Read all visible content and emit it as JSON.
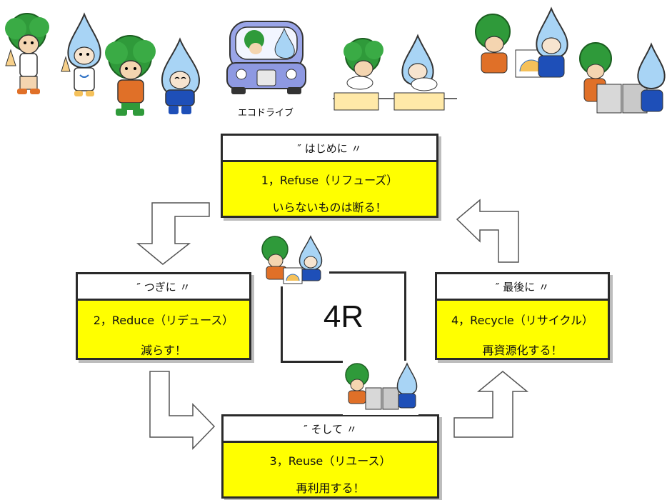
{
  "illustrations": {
    "eco_drive_caption": "エコドライブ"
  },
  "center_label": "4R",
  "steps": [
    {
      "header": "″ はじめに 〃",
      "title": "1，Refuse（リフューズ）",
      "desc": "いらないものは断る！"
    },
    {
      "header": "″ つぎに 〃",
      "title": "2，Reduce（リデュース）",
      "desc": "減らす！"
    },
    {
      "header": "″ そして 〃",
      "title": "3，Reuse（リユース）",
      "desc": "再利用する！"
    },
    {
      "header": "″ 最後に 〃",
      "title": "4，Recycle（リサイクル）",
      "desc": "再資源化する！"
    }
  ],
  "colors": {
    "box_fill": "#ffff00",
    "tree_green": "#2f9a3a",
    "drop_blue": "#a8d4f5",
    "shirt_orange": "#e07028"
  }
}
